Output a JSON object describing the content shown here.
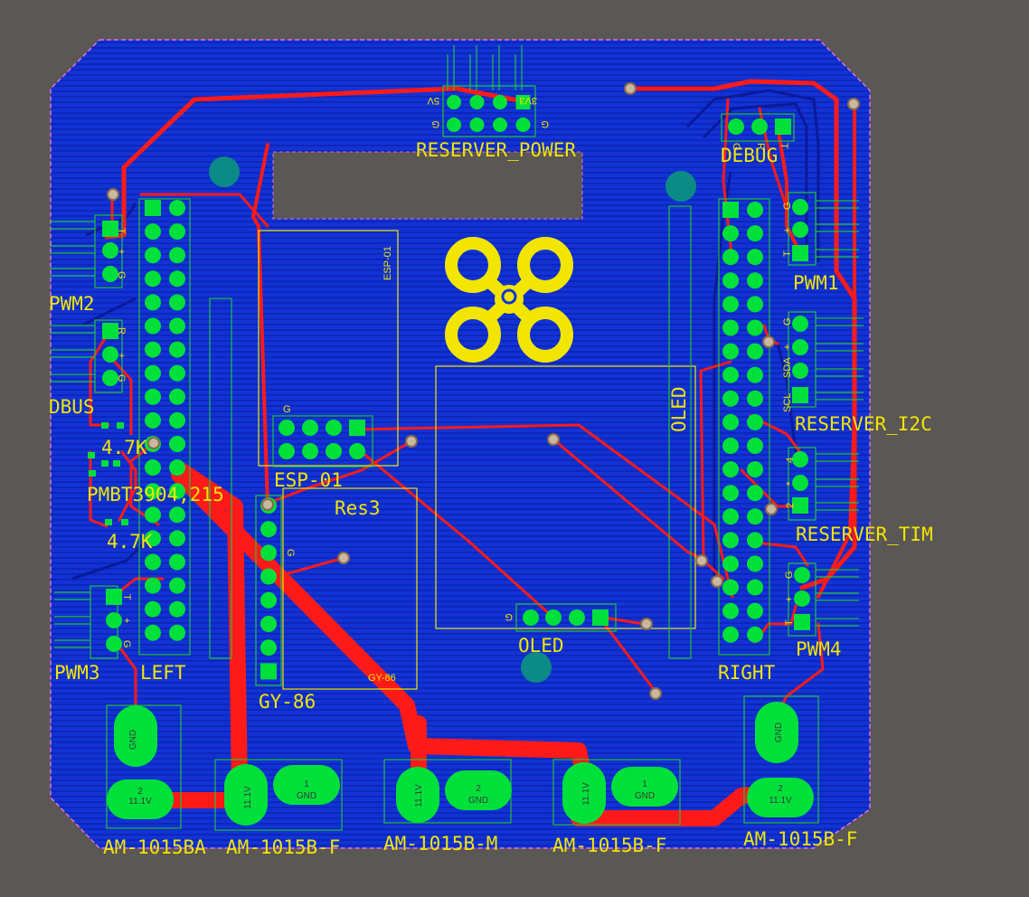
{
  "colors": {
    "background": "#5a5754",
    "copper_pour": "#1133d6",
    "trace_top": "#ff1a1a",
    "trace_bottom": "#0a1a9a",
    "pad": "#00e03a",
    "silkscreen": "#f2e600",
    "via": "#c8b8a0",
    "mount_hole": "#0b8a86",
    "outline": "#e070e0"
  },
  "icons": {
    "logo": "quadcopter-logo",
    "mount_hole": "mounting-hole"
  },
  "connectors": {
    "reserver_power": {
      "ref": "RESERVER_POWER",
      "pins_top": [
        "3V3",
        "5V"
      ],
      "pin_bottom": [
        "G",
        "G"
      ]
    },
    "debug": {
      "ref": "DEBUG",
      "pins": [
        "G",
        "R",
        "T"
      ]
    },
    "pwm1": {
      "ref": "PWM1",
      "pins": [
        "G",
        "+",
        "T"
      ]
    },
    "pwm2": {
      "ref": "PWM2",
      "pins": [
        "T",
        "+",
        "G"
      ]
    },
    "dbus": {
      "ref": "DBUS",
      "pins": [
        "R",
        "+",
        "G"
      ]
    },
    "pwm3": {
      "ref": "PWM3",
      "pins": [
        "T",
        "+",
        "G"
      ]
    },
    "pwm4": {
      "ref": "PWM4",
      "pins": [
        "G",
        "+",
        "T"
      ]
    },
    "reserver_i2c": {
      "ref": "RESERVER_I2C",
      "pins": [
        "G",
        "+",
        "SDA",
        "SCL"
      ]
    },
    "reserver_tim": {
      "ref": "RESERVER_TIM",
      "pins": [
        "4",
        "*",
        "2"
      ]
    },
    "left": {
      "ref": "LEFT"
    },
    "right": {
      "ref": "RIGHT"
    },
    "esp": {
      "ref": "ESP-01",
      "silk_label": "ESP-01",
      "pin_label": "G"
    },
    "res3": {
      "ref": "Res3"
    },
    "gy86": {
      "ref": "GY-86",
      "silk_label": "GY-86",
      "pin_label": "G"
    },
    "oled": {
      "ref": "OLED",
      "module_label": "OLED",
      "pin_label": "G"
    }
  },
  "parts": {
    "resistor_top": "4.7K",
    "transistor": "PMBT3904,215",
    "resistor_bottom": "4.7K"
  },
  "power_connectors": [
    {
      "ref": "AM-1015BA",
      "pin1": "GND",
      "pin2": "11.1V"
    },
    {
      "ref": "AM-1015B-F",
      "pin1": "GND",
      "pin2": "11.1V"
    },
    {
      "ref": "AM-1015B-M",
      "pin1": "11.1V",
      "pin2": "GND"
    },
    {
      "ref": "AM-1015B-F",
      "pin1": "11.1V",
      "pin2": "GND"
    },
    {
      "ref": "AM-1015B-F",
      "pin1": "GND",
      "pin2": "11.1V"
    }
  ],
  "pad_numbers": {
    "one": "1",
    "two": "2"
  }
}
